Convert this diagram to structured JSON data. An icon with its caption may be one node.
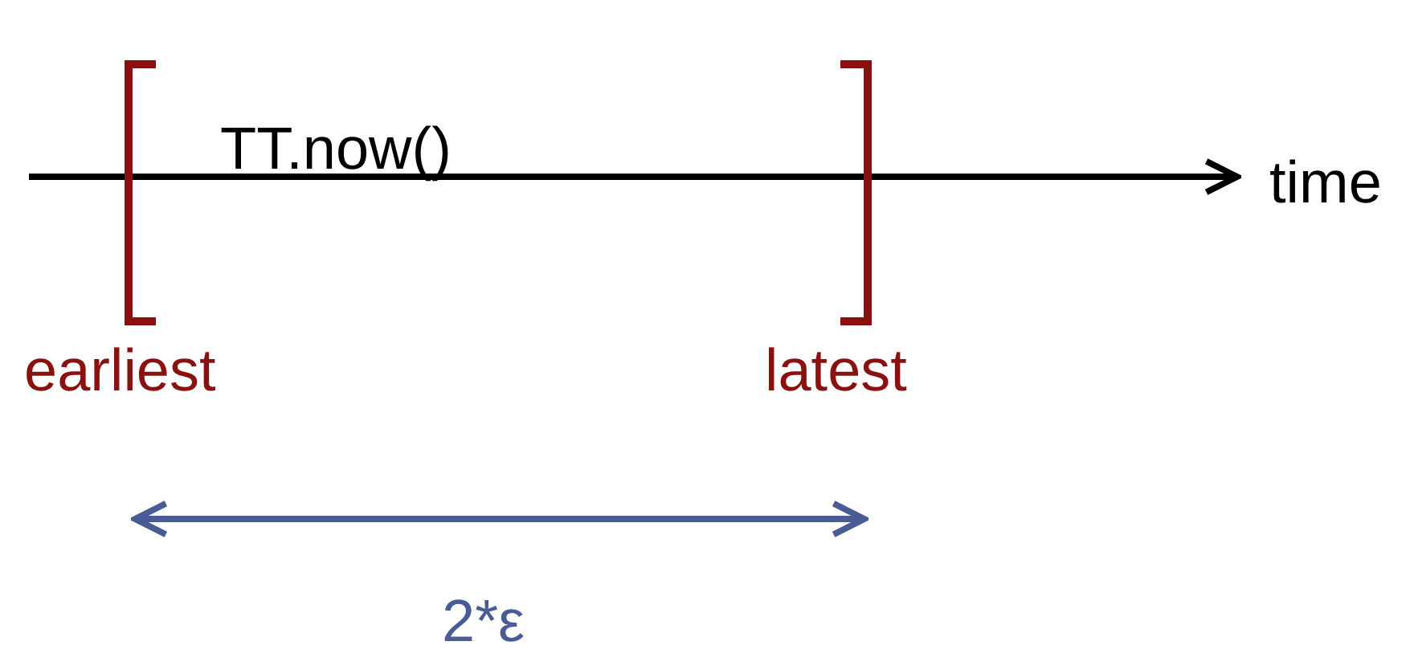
{
  "diagram": {
    "labels": [
      "TT.now()",
      "time",
      "earliest",
      "latest",
      "2*ε"
    ]
  }
}
